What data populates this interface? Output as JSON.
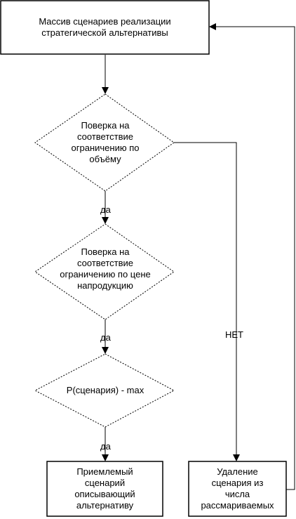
{
  "nodes": {
    "start_box": "Массив сценариев реализации\nстратегической альтернативы",
    "check_volume": "Поверка на\nсоответствие\nограничению по\nобъёму",
    "check_price": "Поверка на\nсоответствие\nограничению по цене\nнапродукцию",
    "max_p": "P(сценария) - max",
    "result_box": "Приемлемый\nсценарий\nописывающий\nальтернативу",
    "remove_box": "Удаление\nсценария из\nчисла\nрассмариваемых"
  },
  "edge_labels": {
    "yes_1": "да",
    "yes_2": "да",
    "yes_3": "да",
    "no": "НЕТ"
  }
}
